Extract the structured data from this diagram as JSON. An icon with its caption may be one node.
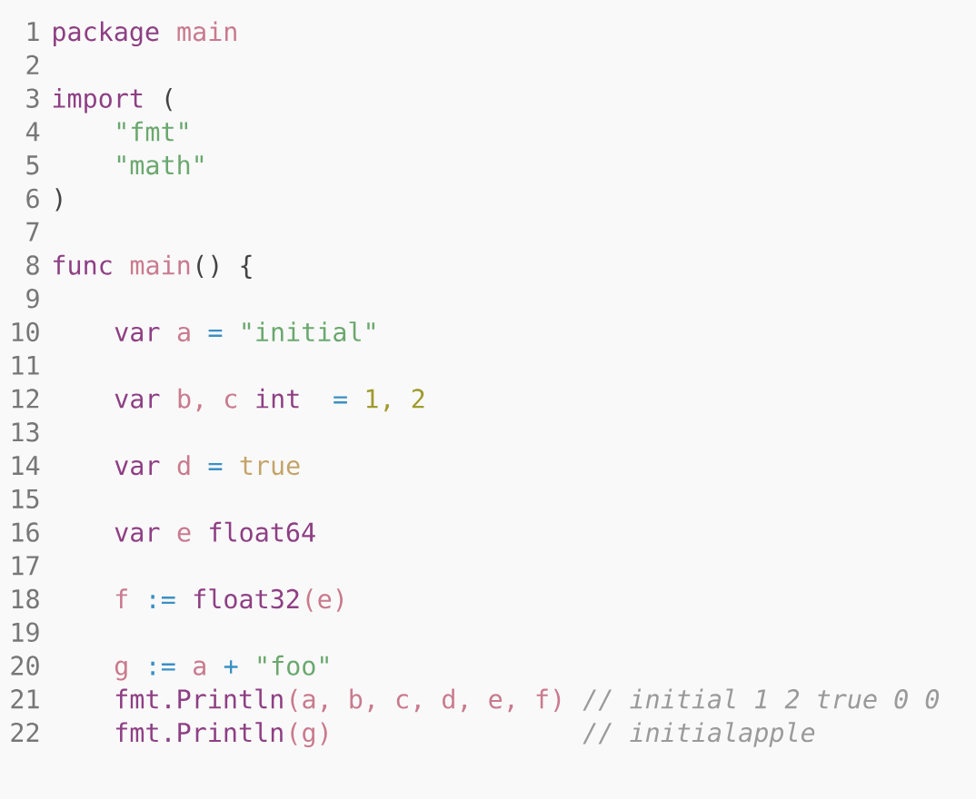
{
  "diagram": {
    "labels": [
      "1",
      "package",
      "main",
      "2",
      "3",
      "import",
      "(",
      "4",
      "\"fmt\"",
      "5",
      "\"math\"",
      "6",
      ")",
      "7",
      "8",
      "func",
      "main",
      "() {",
      "9",
      "10",
      "var",
      "a",
      "=",
      "\"initial\"",
      "11",
      "12",
      "var",
      "b, c",
      "int",
      "=",
      "1, 2",
      "13",
      "14",
      "var",
      "d",
      "=",
      "true",
      "15",
      "16",
      "var",
      "e",
      "float64",
      "17",
      "18",
      "f",
      ":=",
      "float32",
      "(e)",
      "19",
      "20",
      "g",
      ":=",
      "a",
      "+",
      "\"foo\"",
      "21",
      "fmt.Println",
      "(a, b, c, d, e, f)",
      "// initial 1 2 true 0 0",
      "22",
      "fmt.Println",
      "(g)",
      "// initialapple"
    ]
  }
}
